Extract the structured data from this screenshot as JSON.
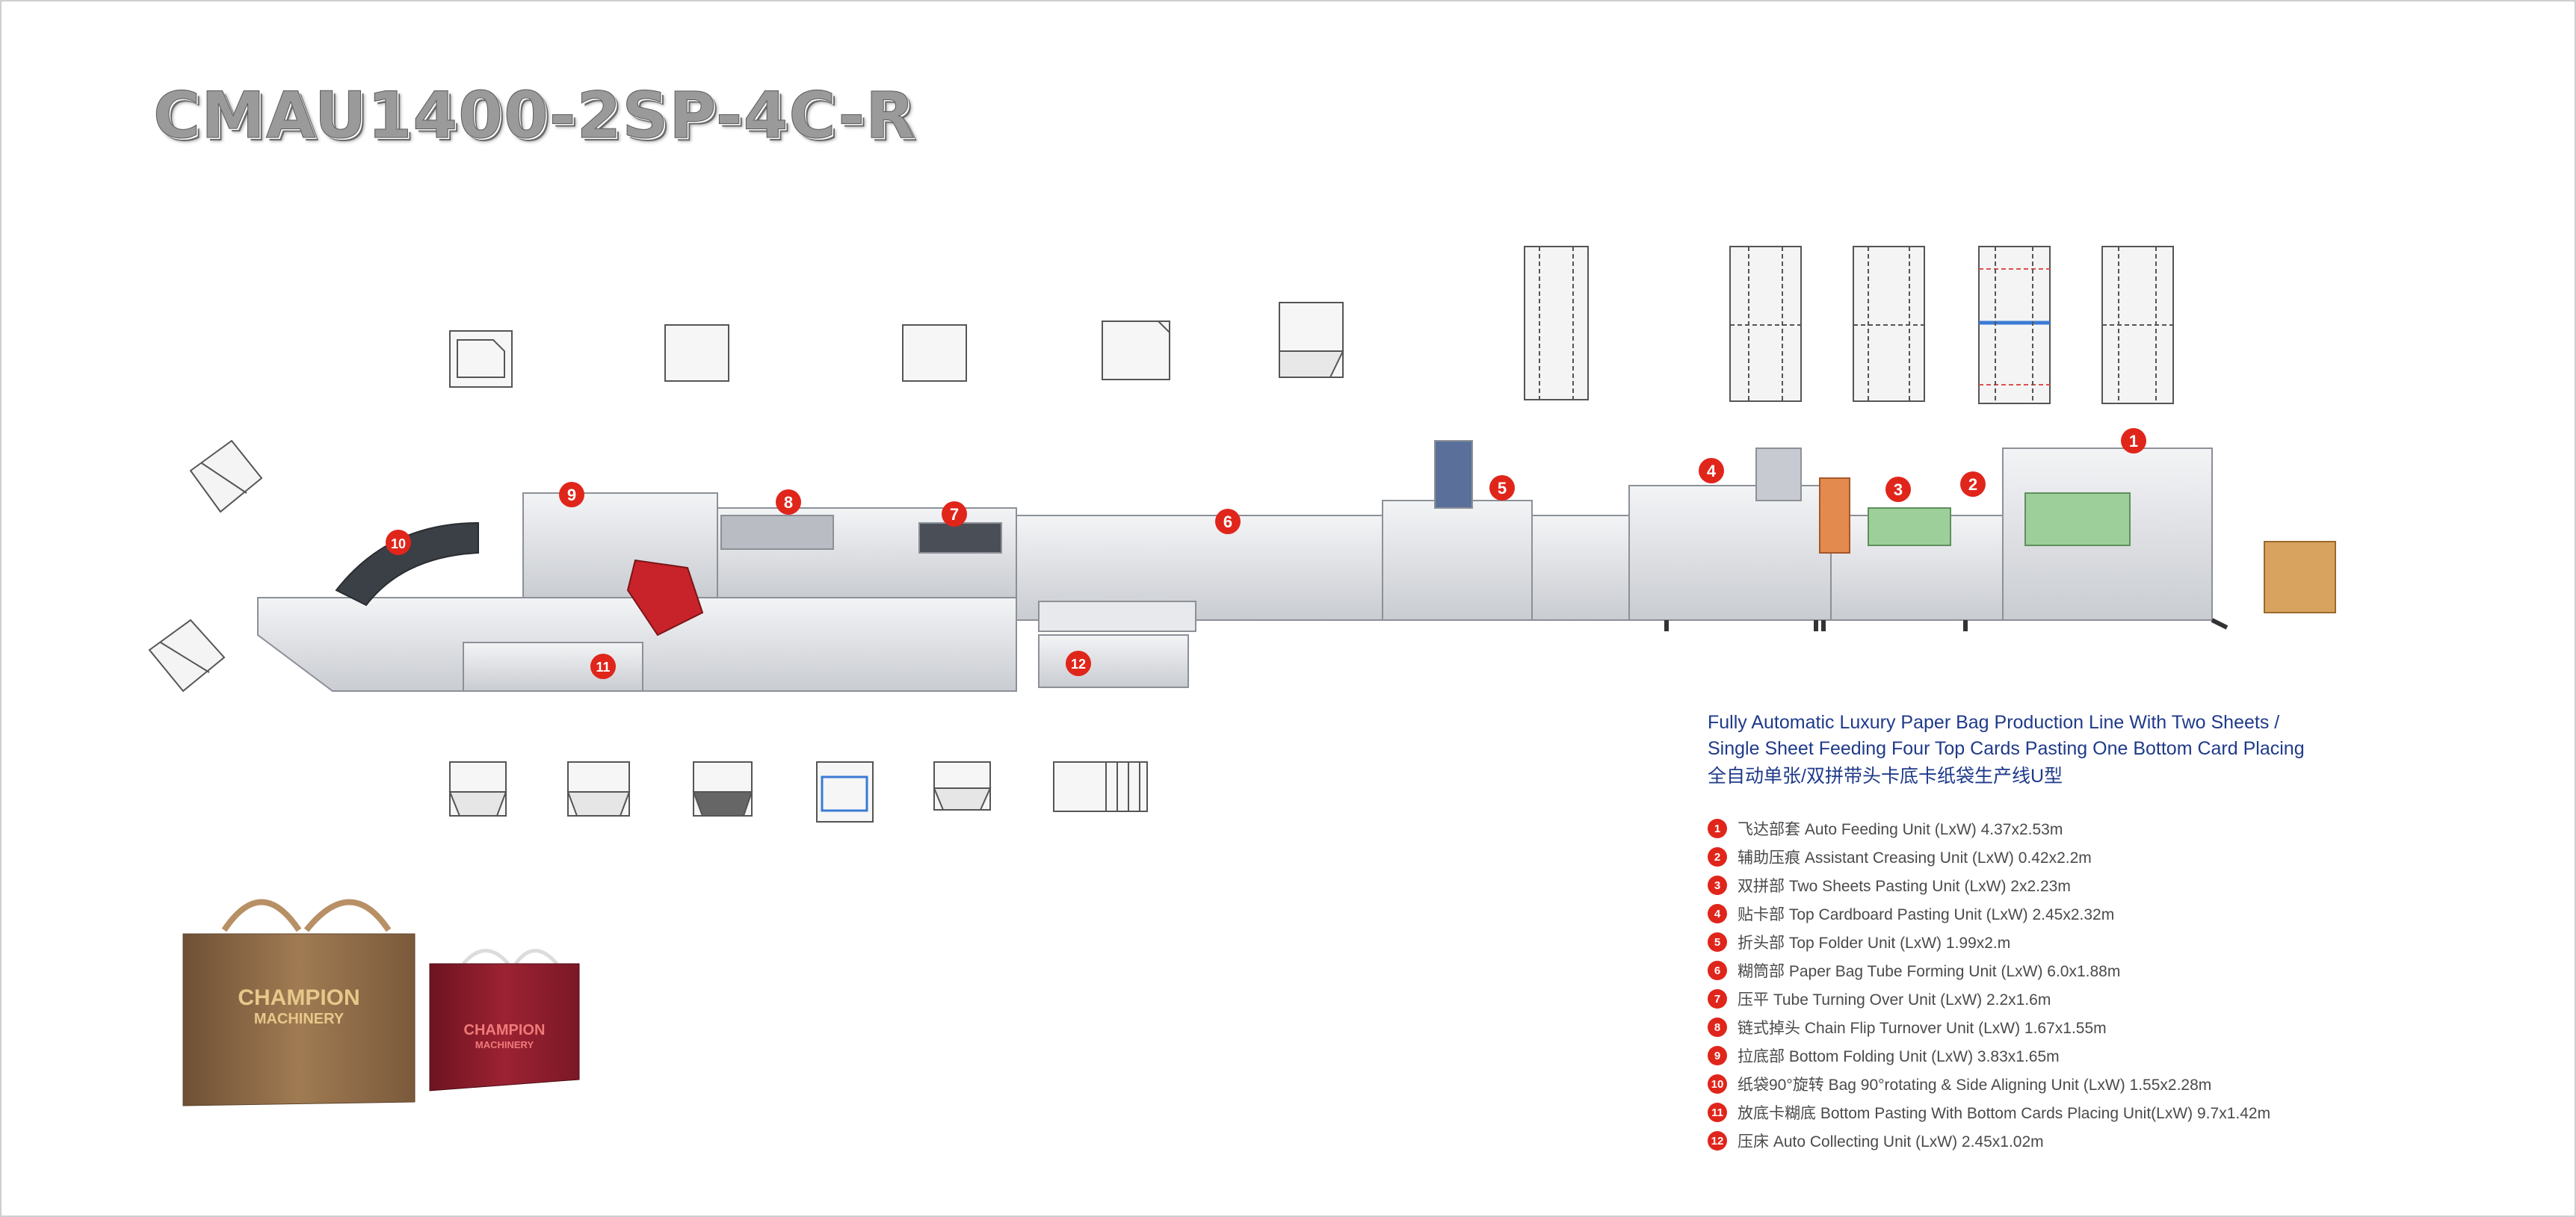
{
  "title": "CMAU1400-2SP-4C-R",
  "description": {
    "line1": "Fully Automatic Luxury Paper Bag Production Line With Two Sheets /",
    "line2": "Single Sheet Feeding Four Top Cards Pasting One Bottom Card Placing",
    "chinese": "全自动单张/双拼带头卡底卡纸袋生产线U型"
  },
  "units": [
    {
      "num": "1",
      "text": "飞达部套 Auto Feeding Unit (LxW) 4.37x2.53m"
    },
    {
      "num": "2",
      "text": "辅助压痕 Assistant Creasing Unit (LxW) 0.42x2.2m"
    },
    {
      "num": "3",
      "text": "双拼部 Two Sheets Pasting Unit (LxW) 2x2.23m"
    },
    {
      "num": "4",
      "text": "贴卡部 Top Cardboard Pasting Unit (LxW) 2.45x2.32m"
    },
    {
      "num": "5",
      "text": "折头部 Top Folder Unit (LxW) 1.99x2.m"
    },
    {
      "num": "6",
      "text": "糊筒部 Paper Bag Tube Forming Unit (LxW) 6.0x1.88m"
    },
    {
      "num": "7",
      "text": "压平 Tube Turning Over Unit (LxW) 2.2x1.6m"
    },
    {
      "num": "8",
      "text": "链式掉头 Chain Flip Turnover Unit (LxW) 1.67x1.55m"
    },
    {
      "num": "9",
      "text": "拉底部 Bottom Folding Unit (LxW) 3.83x1.65m"
    },
    {
      "num": "10",
      "text": "纸袋90°旋转 Bag 90°rotating & Side Aligning Unit (LxW) 1.55x2.28m"
    },
    {
      "num": "11",
      "text": "放底卡糊底 Bottom Pasting With Bottom Cards Placing Unit(LxW) 9.7x1.42m"
    },
    {
      "num": "12",
      "text": "压床 Auto Collecting Unit (LxW) 2.45x1.02m"
    }
  ],
  "bag_brand": {
    "line1": "CHAMPION",
    "line2": "MACHINERY"
  },
  "machine_labels": [
    "1",
    "2",
    "3",
    "4",
    "5",
    "6",
    "7",
    "8",
    "9",
    "10",
    "11",
    "12"
  ],
  "colors": {
    "accent_red": "#e0251b",
    "text_blue": "#1f3a8a",
    "bag_brown": "#8a6a45",
    "bag_red": "#8e1c2b"
  }
}
